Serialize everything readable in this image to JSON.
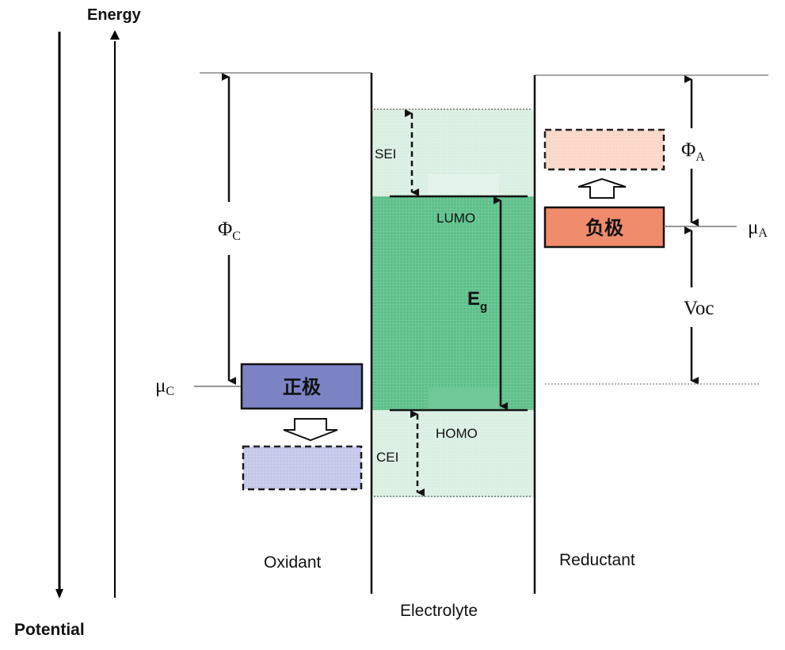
{
  "axes": {
    "energy_label": "Energy",
    "potential_label": "Potential"
  },
  "regions": {
    "oxidant": "Oxidant",
    "electrolyte": "Electrolyte",
    "reductant": "Reductant"
  },
  "electrolyte": {
    "sei": "SEI",
    "lumo": "LUMO",
    "eg_main": "E",
    "eg_sub": "g",
    "homo": "HOMO",
    "cei": "CEI"
  },
  "cathode": {
    "label": "正极",
    "phi_main": "Φ",
    "phi_sub": "C",
    "mu_main": "μ",
    "mu_sub": "C"
  },
  "anode": {
    "label": "负极",
    "phi_main": "Φ",
    "phi_sub": "A",
    "mu_main": "μ",
    "mu_sub": "A",
    "voc": "Voc"
  },
  "colors": {
    "cathode_fill": "#7b83c4",
    "cathode_shadow_fill": "#c3c7ea",
    "anode_fill": "#f08c6c",
    "anode_shadow_fill": "#fbd6c6",
    "gap_fill": "#5bbf88",
    "interphase_fill": "#d9efe1",
    "line": "#111111"
  }
}
